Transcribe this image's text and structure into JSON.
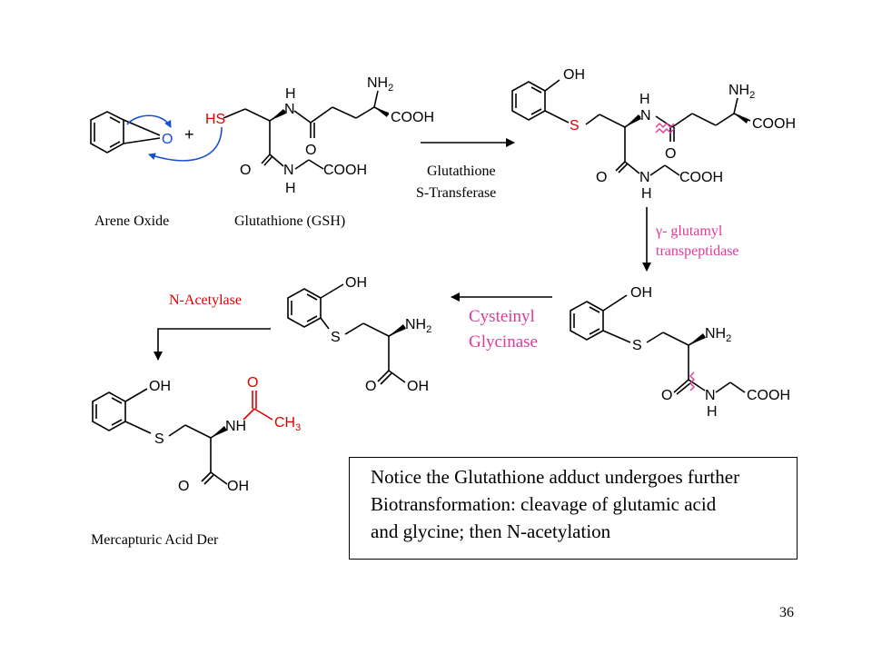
{
  "labels": {
    "arene_oxide": "Arene Oxide",
    "glutathione_gsh": "Glutathione (GSH)",
    "enzyme_gst_line1": "Glutathione",
    "enzyme_gst_line2": "S-Transferase",
    "enzyme_ggt_line1": "γ- glutamyl",
    "enzyme_ggt_line2": "transpeptidase",
    "enzyme_cg_line1": "Cysteinyl",
    "enzyme_cg_line2": "Glycinase",
    "enzyme_nat": "N-Acetylase",
    "mercapturic": "Mercapturic Acid Der"
  },
  "atoms": {
    "O": "O",
    "plus": "+",
    "HS": "HS",
    "S": "S",
    "H": "H",
    "N": "N",
    "NH": "NH",
    "NH2_N": "NH",
    "sub2": "2",
    "sub3": "3",
    "COOH": "COOH",
    "OH": "OH",
    "CH": "CH"
  },
  "note": {
    "line1": "Notice the Glutathione adduct undergoes further",
    "line2": "Biotransformation:  cleavage of glutamic acid",
    "line3": "and glycine; then N-acetylation"
  },
  "page_number": "36",
  "colors": {
    "pink": "#e0399a",
    "red": "#e00000",
    "blue": "#1a4fd0"
  }
}
